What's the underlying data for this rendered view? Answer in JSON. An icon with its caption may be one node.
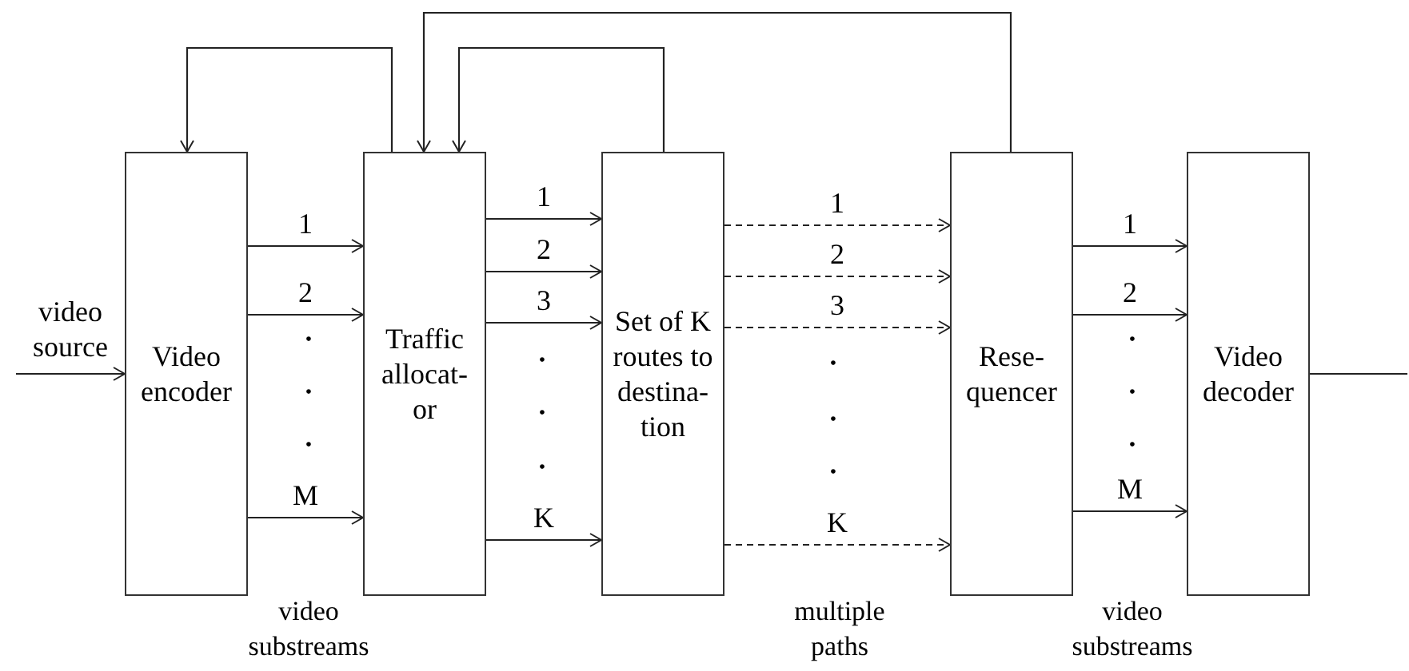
{
  "diagram": {
    "nodes": [
      {
        "text": [
          "Video encoder"
        ]
      },
      {
        "text": [
          "Traffic allocat- or"
        ]
      },
      {
        "text": [
          "Set of K routes to destina- tion"
        ]
      },
      {
        "text": [
          "Rese- quencer"
        ]
      },
      {
        "text": [
          "Video decoder"
        ]
      }
    ],
    "edges": [
      {
        "from": null,
        "to": 0,
        "arrow": "to",
        "label": "video source"
      },
      {
        "from": 4,
        "to": null,
        "arrow": "none"
      },
      {
        "from": 1,
        "to": 0,
        "arrow": "to"
      },
      {
        "from": 2,
        "to": 1,
        "arrow": "to"
      },
      {
        "from": 3,
        "to": 1,
        "arrow": "to"
      },
      {
        "from": 0,
        "to": 1,
        "arrow": "to",
        "label": "1"
      },
      {
        "from": 0,
        "to": 1,
        "arrow": "to",
        "label": "2"
      },
      {
        "from": 0,
        "to": 1,
        "arrow": "to",
        "label": "M"
      },
      {
        "from": 1,
        "to": 2,
        "arrow": "to",
        "label": "1"
      },
      {
        "from": 1,
        "to": 2,
        "arrow": "to",
        "label": "2"
      },
      {
        "from": 1,
        "to": 2,
        "arrow": "to",
        "label": "3"
      },
      {
        "from": 1,
        "to": 2,
        "arrow": "to",
        "label": "K"
      },
      {
        "from": 2,
        "to": 3,
        "arrow": "to",
        "label": "1",
        "style": "dashed"
      },
      {
        "from": 2,
        "to": 3,
        "arrow": "to",
        "label": "2",
        "style": "dashed"
      },
      {
        "from": 2,
        "to": 3,
        "arrow": "to",
        "label": "3",
        "style": "dashed"
      },
      {
        "from": 2,
        "to": 3,
        "arrow": "to",
        "label": "K",
        "style": "dashed"
      },
      {
        "from": 3,
        "to": 4,
        "arrow": "to",
        "label": "1"
      },
      {
        "from": 3,
        "to": 4,
        "arrow": "to",
        "label": "2"
      },
      {
        "from": 3,
        "to": 4,
        "arrow": "to",
        "label": "M"
      }
    ],
    "labels": [
      "•",
      "•",
      "•",
      "•",
      "•",
      "•",
      "•",
      "•",
      "•",
      "•",
      "•",
      "•",
      "video substreams",
      "multiple paths",
      "video substreams"
    ]
  }
}
